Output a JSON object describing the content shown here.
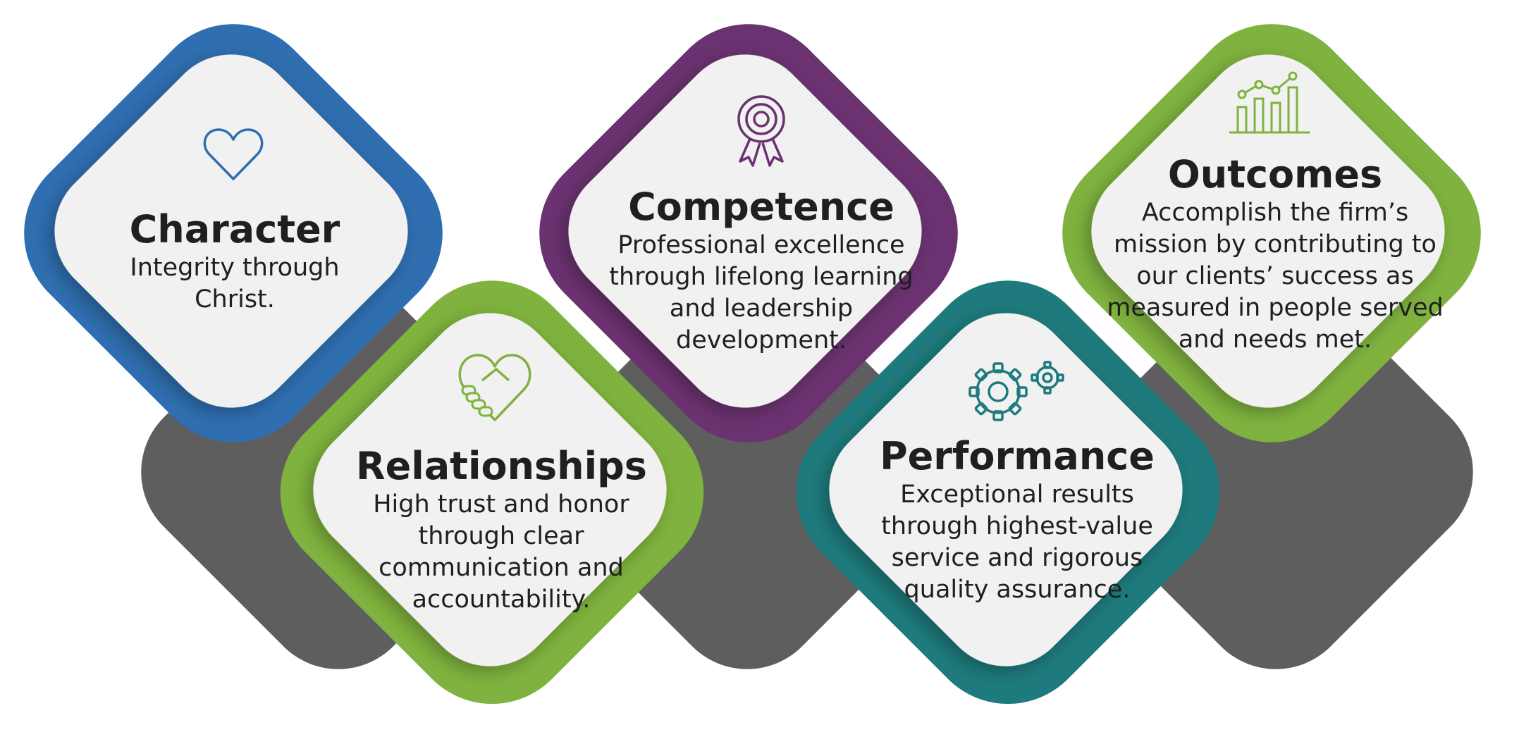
{
  "values": [
    {
      "title": "Character",
      "description": "Integrity through Christ.",
      "icon": "heart-icon",
      "color": "#2F6EB0"
    },
    {
      "title": "Relationships",
      "description": "High trust and honor through clear communication and accountability.",
      "icon": "handshake-heart-icon",
      "color": "#7FB23E"
    },
    {
      "title": "Competence",
      "description": "Professional excellence through lifelong learning and leadership development.",
      "icon": "award-ribbon-icon",
      "color": "#6A3270"
    },
    {
      "title": "Performance",
      "description": "Exceptional results through highest-value service and rigorous quality assurance.",
      "icon": "gears-icon",
      "color": "#1E7A7C"
    },
    {
      "title": "Outcomes",
      "description": "Accomplish the firm’s mission by contributing to our clients’ success as measured in people served and needs met.",
      "icon": "growth-chart-icon",
      "color": "#7FB23E"
    }
  ],
  "colors": {
    "card_fill": "#F1F1F1",
    "shadow": "#5E5E5E",
    "text": "#1F1F1F"
  }
}
